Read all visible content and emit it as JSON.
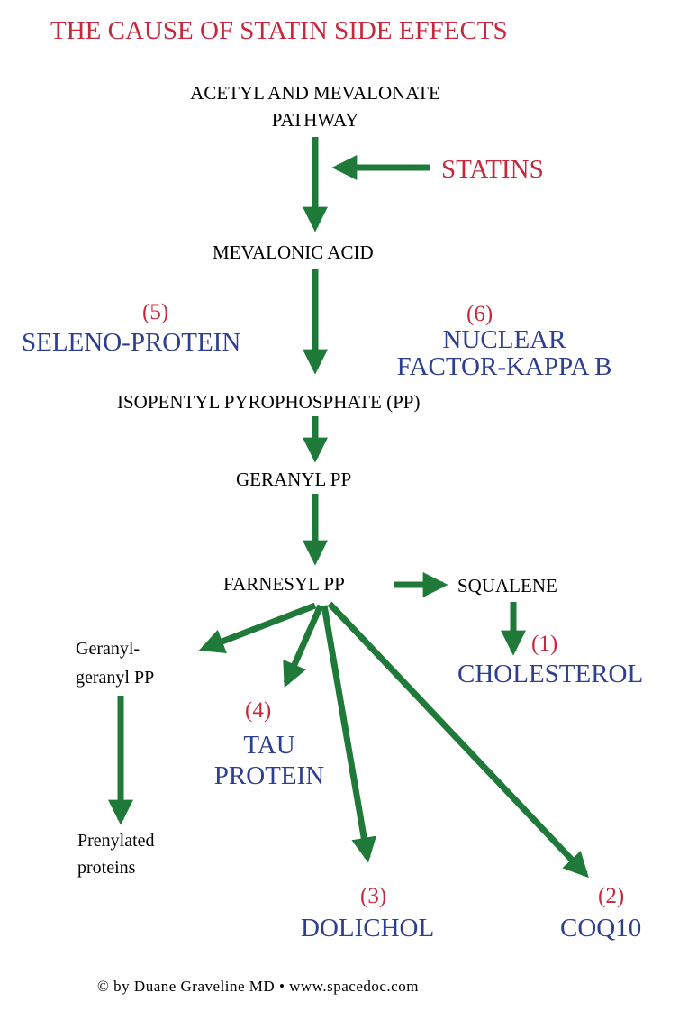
{
  "title": "THE CAUSE OF STATIN SIDE EFFECTS",
  "nodes": {
    "acetyl_line1": "ACETYL AND MEVALONATE",
    "acetyl_line2": "PATHWAY",
    "statins": "STATINS",
    "mevalonic": "MEVALONIC ACID",
    "isopentyl": "ISOPENTYL PYROPHOSPHATE (PP)",
    "geranyl": "GERANYL PP",
    "farnesyl": "FARNESYL PP",
    "squalene": "SQUALENE",
    "geranylgeranyl_line1": "Geranyl-",
    "geranylgeranyl_line2": "geranyl PP",
    "prenylated_line1": "Prenylated",
    "prenylated_line2": "proteins"
  },
  "effects": [
    {
      "num": "(1)",
      "label": "CHOLESTEROL"
    },
    {
      "num": "(2)",
      "label": "COQ10"
    },
    {
      "num": "(3)",
      "label": "DOLICHOL"
    },
    {
      "num": "(4)",
      "label_line1": "TAU",
      "label_line2": "PROTEIN"
    },
    {
      "num": "(5)",
      "label": "SELENO-PROTEIN"
    },
    {
      "num": "(6)",
      "label_line1": "NUCLEAR",
      "label_line2": "FACTOR-KAPPA B"
    }
  ],
  "footer": "© by Duane Graveline MD • www.spacedoc.com",
  "colors": {
    "arrow": "#1f7a3a",
    "title": "#c8283e",
    "effect": "#2e3f8f",
    "number": "#c8283e"
  }
}
